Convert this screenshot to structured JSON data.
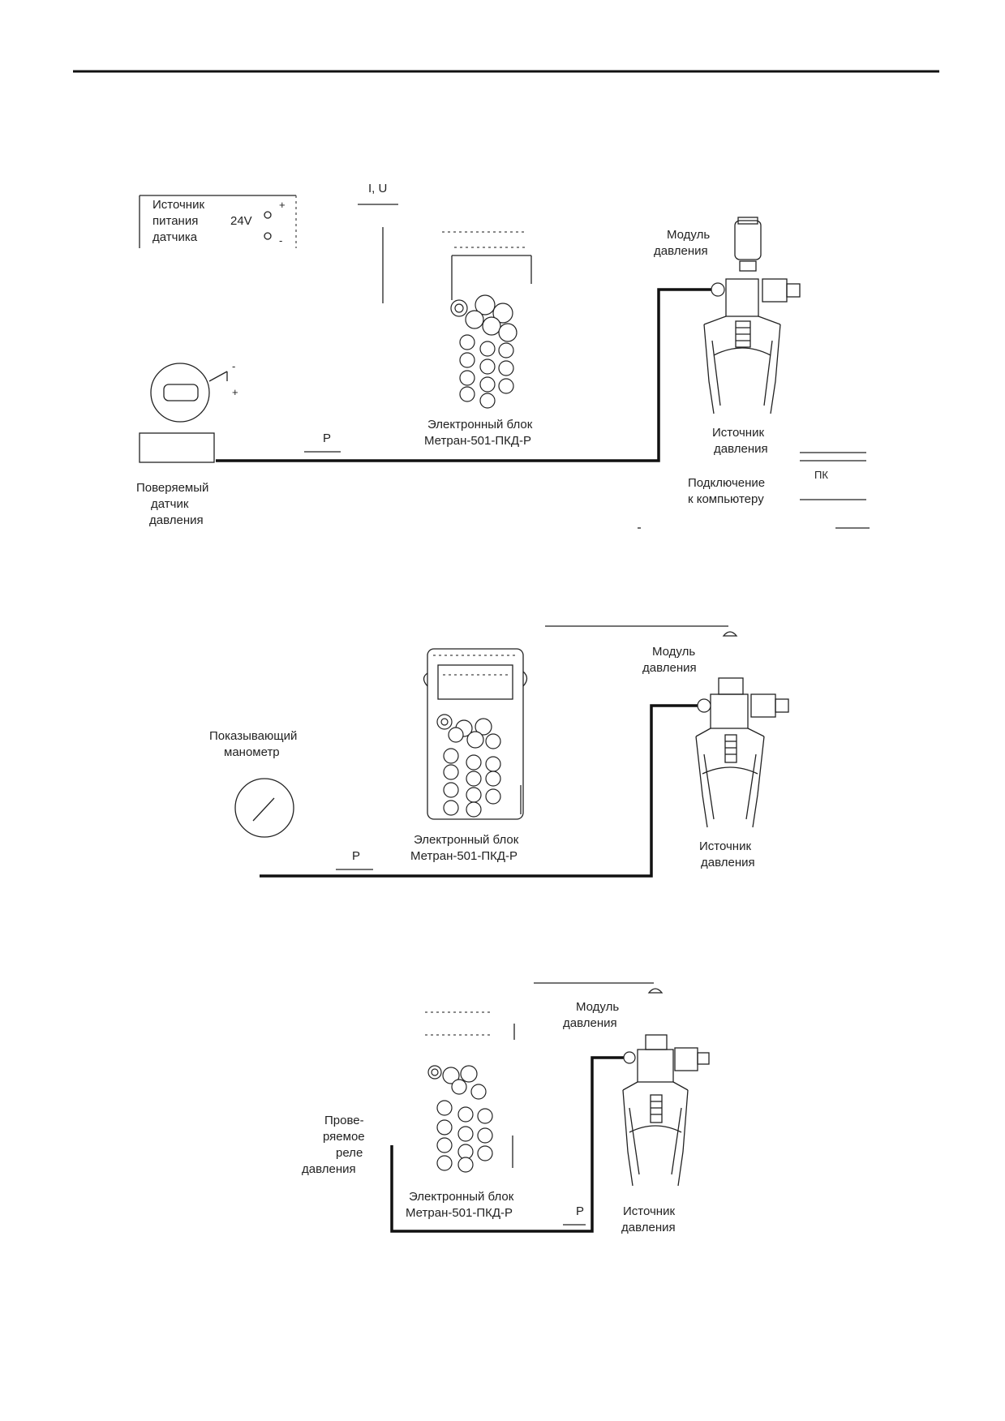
{
  "diagram1": {
    "power_supply_label_1": "Источник",
    "power_supply_label_2": "питания",
    "power_supply_label_3": "датчика",
    "voltage_label": "24V",
    "plus_sign": "+",
    "minus_sign": "-",
    "current_label": "I, U",
    "sensor_label_1": "Поверяемый",
    "sensor_label_2": "датчик",
    "sensor_label_3": "давления",
    "pressure_label": "P",
    "electronic_block_1": "Электронный блок",
    "electronic_block_2": "Метран-501-ПКД-Р",
    "module_label_1": "Модуль",
    "module_label_2": "давления",
    "pressure_source_1": "Источник",
    "pressure_source_2": "давления",
    "computer_label_1": "Подключение",
    "computer_label_2": "к компьютеру",
    "pc_label": "ПК"
  },
  "diagram2": {
    "gauge_label_1": "Показывающий",
    "gauge_label_2": "манометр",
    "pressure_label": "P",
    "electronic_block_1": "Электронный блок",
    "electronic_block_2": "Метран-501-ПКД-Р",
    "module_label_1": "Модуль",
    "module_label_2": "давления",
    "pressure_source_1": "Источник",
    "pressure_source_2": "давления"
  },
  "diagram3": {
    "relay_label_1": "Прове-",
    "relay_label_2": "ряемое",
    "relay_label_3": "реле",
    "relay_label_4": "давления",
    "pressure_label": "P",
    "electronic_block_1": "Электронный блок",
    "electronic_block_2": "Метран-501-ПКД-Р",
    "module_label_1": "Модуль",
    "module_label_2": "давления",
    "pressure_source_1": "Источник",
    "pressure_source_2": "давления"
  }
}
